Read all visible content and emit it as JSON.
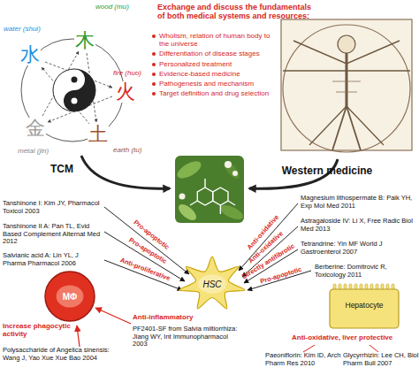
{
  "diagram": {
    "nodes": [
      {
        "text": [
          "MΦ"
        ]
      },
      {
        "text": [
          "HSC"
        ]
      },
      {
        "text": [
          "Hepatocyte"
        ]
      }
    ],
    "labels": [
      "木",
      "wood (mu)",
      "火",
      "fire (huo)",
      "土",
      "earth (tu)",
      "金",
      "metal (jin)",
      "水",
      "water (shui)",
      "Exchange and discuss the fundamentals of both medical systems and resources:",
      "Wholism, relation of human body to the universe",
      "Differentiation of disease stages",
      "Personalized treatment",
      "Evidence-based medicine",
      "Pathogenesis and mechanism",
      "Target definition and drug selection",
      "TCM",
      "Western medicine",
      "Tanshinone I: Kim JY, Pharmacol Toxicol 2003",
      "Tanshinone II A: Pan TL, Evid Based Complement Alternat Med 2012",
      "Salvianic acid A: Lin YL, J Pharma Pharmacol 2006",
      "Pro-apoptotic",
      "Pro-apoptotic",
      "Anti-proliferative",
      "Increase phagocytic activity",
      "Polysaccharide of Angelica sinensis: Wang J, Yao Xue Xue Bao 2004",
      "Anti-inflammatory",
      "PF2401-SF from Salvia miltiorrhiza: Jiang WY, Int Immunopharmacol 2003",
      "Magnesium lithospermate B: Paik YH, Exp Mol Med 2011",
      "Anti-oxidative",
      "Astragaloside IV: Li X, Free Radic Biol Med 2013",
      "Anti-oxidative",
      "Tetrandrine: Yin MF World J Gastroenterol 2007",
      "Directly antifibrotic",
      "Berberine: Domitrović R, Toxicology 2011",
      "Pro-apoptotic",
      "Anti-oxidative, liver protective",
      "Paeoniflorin: Kim ID, Arch Pharm Res 2010",
      "Glycyrrhizin: Lee CH, Biol Pharm Bull 2007"
    ]
  }
}
